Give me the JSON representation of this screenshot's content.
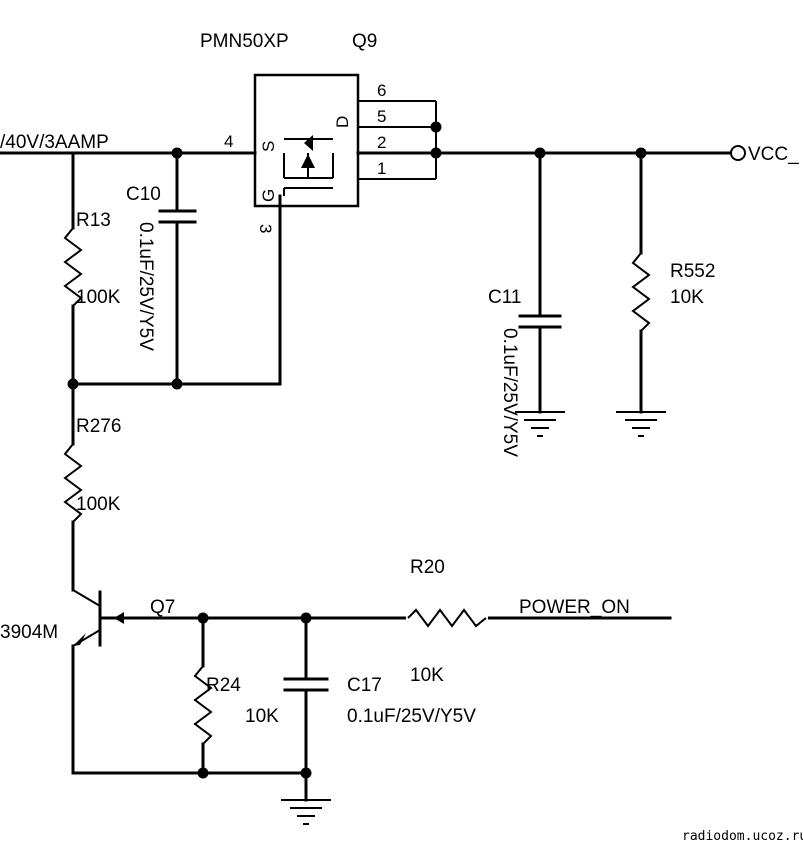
{
  "q9": {
    "part": "PMN50XP",
    "ref": "Q9",
    "pin_s": "S",
    "pin_d": "D",
    "pin_g": "G",
    "pins": {
      "p1": "1",
      "p2": "2",
      "p3": "3",
      "p4": "4",
      "p5": "5",
      "p6": "6"
    }
  },
  "nets": {
    "input": "/40V/3AAMP",
    "vcc": "VCC_",
    "power_on": "POWER_ON"
  },
  "c10": {
    "ref": "C10",
    "value": "0.1uF/25V/Y5V"
  },
  "c11": {
    "ref": "C11",
    "value": "0.1uF/25V/Y5V"
  },
  "c17": {
    "ref": "C17",
    "value": "0.1uF/25V/Y5V"
  },
  "r13": {
    "ref": "R13",
    "value": "100K"
  },
  "r276": {
    "ref": "R276",
    "value": "100K"
  },
  "r552": {
    "ref": "R552",
    "value": "10K"
  },
  "r20": {
    "ref": "R20",
    "value": "10K"
  },
  "r24": {
    "ref": "R24",
    "value": "10K"
  },
  "q7": {
    "ref": "Q7",
    "part": "3904M"
  },
  "watermark": "radiodom.ucoz.ru"
}
